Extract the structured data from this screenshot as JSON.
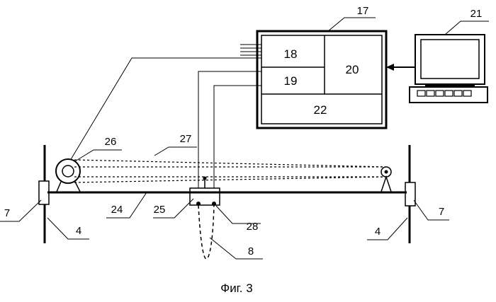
{
  "figure": {
    "caption": "Фиг. 3",
    "labels": {
      "l17": "17",
      "l21": "21",
      "l26": "26",
      "l27": "27",
      "l7a": "7",
      "l7b": "7",
      "l24": "24",
      "l25": "25",
      "l28": "28",
      "l8": "8",
      "l4a": "4",
      "l4b": "4"
    },
    "blocks": {
      "b18": "18",
      "b19": "19",
      "b20": "20",
      "b22": "22"
    }
  }
}
